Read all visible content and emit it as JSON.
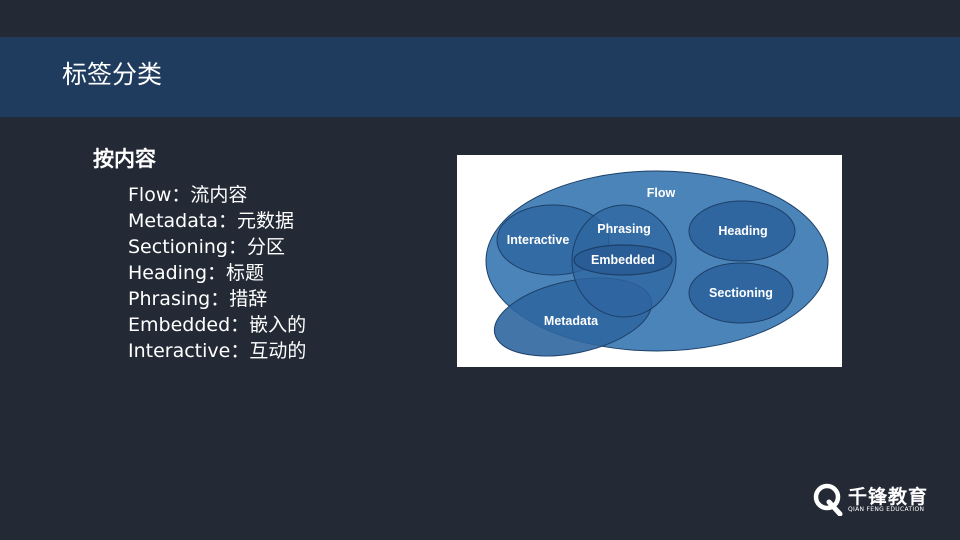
{
  "header": {
    "title": "标签分类"
  },
  "content": {
    "heading": "按内容",
    "items": [
      "Flow：流内容",
      "Metadata：元数据",
      "Sectioning：分区",
      "Heading：标题",
      "Phrasing：措辞",
      "Embedded：嵌入的",
      "Interactive：互动的"
    ]
  },
  "diagram": {
    "labels": {
      "flow": "Flow",
      "interactive": "Interactive",
      "phrasing": "Phrasing",
      "embedded": "Embedded",
      "heading": "Heading",
      "sectioning": "Sectioning",
      "metadata": "Metadata"
    },
    "colors": {
      "outer": "#4a84b8",
      "inner": "#2f66a0",
      "stroke": "#1d3f68"
    }
  },
  "logo": {
    "name": "千锋教育",
    "subtitle": "QIAN FENG EDUCATION"
  }
}
